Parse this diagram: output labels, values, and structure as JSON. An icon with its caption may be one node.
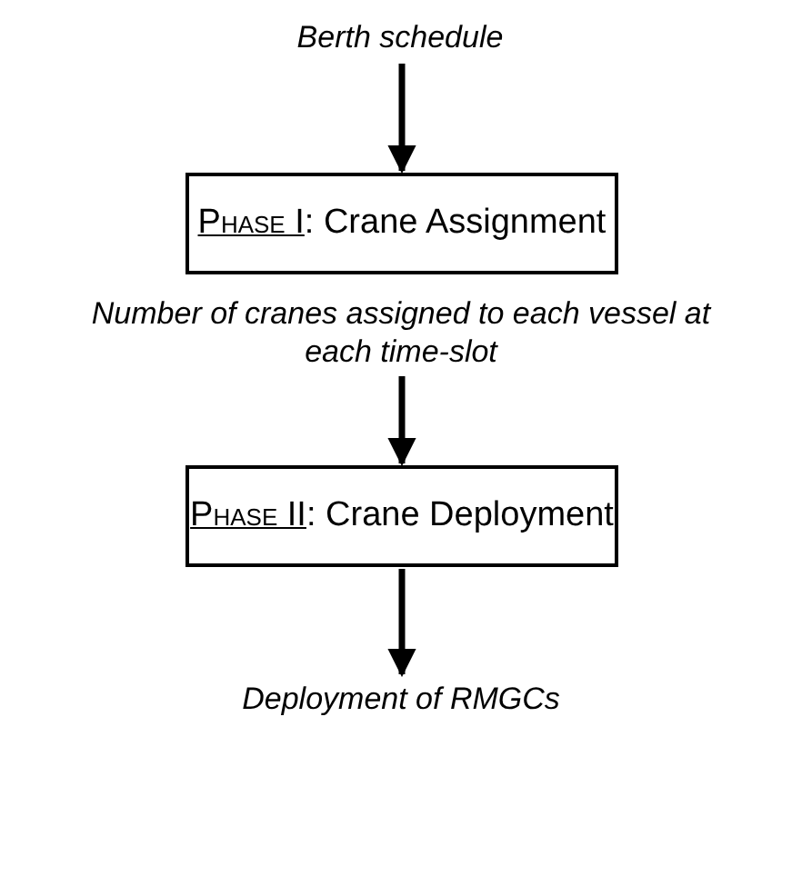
{
  "diagram": {
    "nodes": [
      {
        "text": [
          "Berth schedule"
        ]
      },
      {
        "text": [
          "Phase I: Crane Assignment"
        ]
      },
      {
        "text": [
          "Number of cranes assigned to each vessel at each time-slot"
        ]
      },
      {
        "text": [
          "Phase II: Crane Deployment"
        ]
      },
      {
        "text": [
          "Deployment of RMGCs"
        ]
      }
    ],
    "edges": [
      {
        "from": 0,
        "to": 1,
        "arrow": "to"
      },
      {
        "from": 2,
        "to": 3,
        "arrow": "to"
      },
      {
        "from": 3,
        "to": 4,
        "arrow": "to"
      }
    ]
  }
}
